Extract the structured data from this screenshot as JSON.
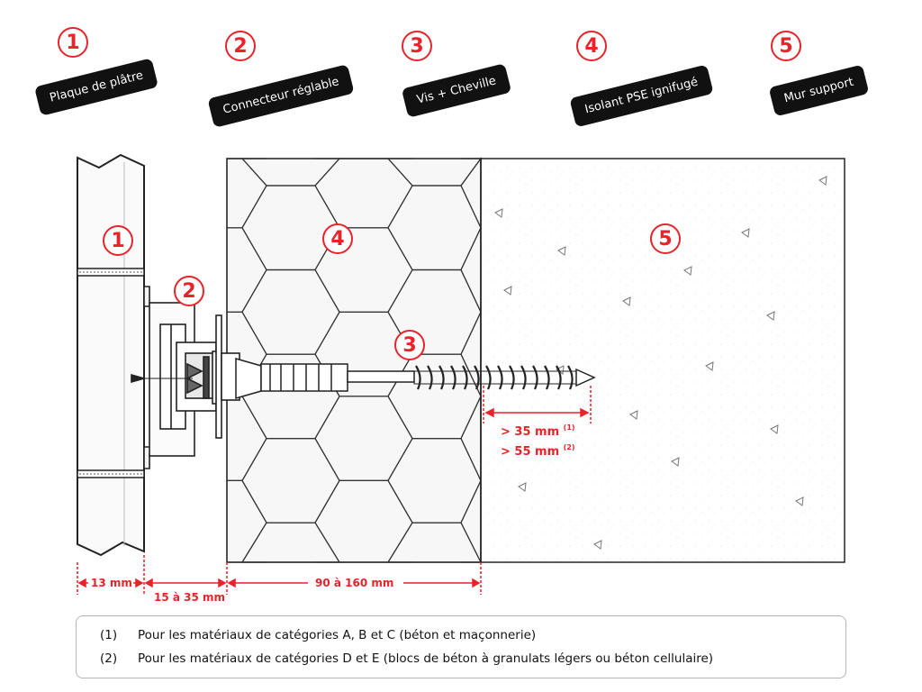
{
  "legend": [
    {
      "num": "1",
      "label": "Plaque de plâtre"
    },
    {
      "num": "2",
      "label": "Connecteur réglable"
    },
    {
      "num": "3",
      "label": "Vis + Cheville"
    },
    {
      "num": "4",
      "label": "Isolant PSE ignifugé"
    },
    {
      "num": "5",
      "label": "Mur support"
    }
  ],
  "diagram_markers": [
    "1",
    "2",
    "3",
    "4",
    "5"
  ],
  "dimensions": {
    "plaster": "13 mm",
    "connector": "15 à 35 mm",
    "insulation": "90 à 160 mm",
    "embed1": "> 35 mm",
    "embed1_ref": "(1)",
    "embed2": "> 55 mm",
    "embed2_ref": "(2)"
  },
  "notes": [
    {
      "num": "(1)",
      "text": "Pour les matériaux de catégories A, B et C (béton et maçonnerie)"
    },
    {
      "num": "(2)",
      "text": "Pour les matériaux de catégories D et E (blocs de béton à granulats légers ou béton cellulaire)"
    }
  ],
  "colors": {
    "accent": "#e8232a",
    "pill_bg": "#111111",
    "line": "#222222"
  }
}
